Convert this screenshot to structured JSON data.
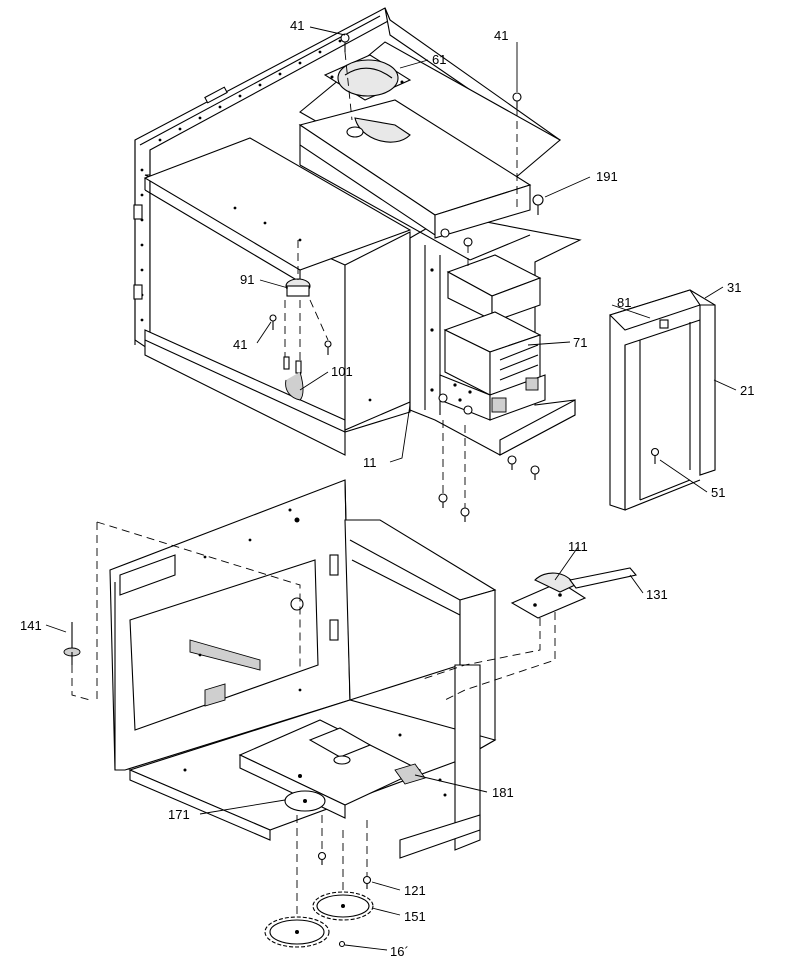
{
  "callouts": [
    {
      "id": "c41a",
      "label": "41"
    },
    {
      "id": "c61",
      "label": "61"
    },
    {
      "id": "c41b",
      "label": "41"
    },
    {
      "id": "c191",
      "label": "191"
    },
    {
      "id": "c91",
      "label": "91"
    },
    {
      "id": "c41c",
      "label": "41"
    },
    {
      "id": "c101",
      "label": "101"
    },
    {
      "id": "c81",
      "label": "81"
    },
    {
      "id": "c31",
      "label": "31"
    },
    {
      "id": "c71",
      "label": "71"
    },
    {
      "id": "c21",
      "label": "21"
    },
    {
      "id": "c11",
      "label": "11"
    },
    {
      "id": "c51",
      "label": "51"
    },
    {
      "id": "c111",
      "label": "111"
    },
    {
      "id": "c131",
      "label": "131"
    },
    {
      "id": "c141",
      "label": "141"
    },
    {
      "id": "c181",
      "label": "181"
    },
    {
      "id": "c171",
      "label": "171"
    },
    {
      "id": "c121",
      "label": "121"
    },
    {
      "id": "c151",
      "label": "151"
    },
    {
      "id": "c161",
      "label": "16´"
    }
  ]
}
